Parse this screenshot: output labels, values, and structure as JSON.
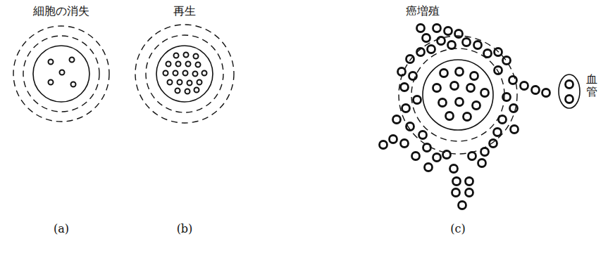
{
  "diagram": {
    "labels": [
      "細胞の消失",
      "再生",
      "癌増殖",
      "血管",
      "(a)",
      "(b)",
      "(c)"
    ]
  }
}
